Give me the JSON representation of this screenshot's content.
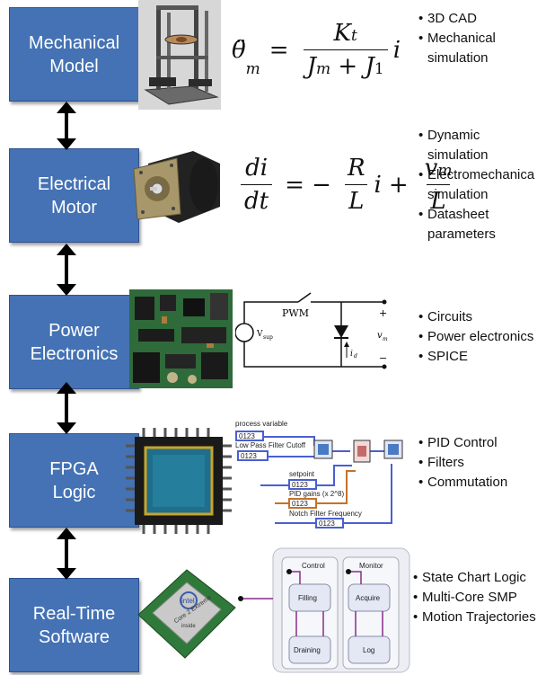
{
  "stages": [
    {
      "title_line1": "Mechanical",
      "title_line2": "Model",
      "bullets": [
        "3D CAD",
        "Mechanical",
        "simulation"
      ]
    },
    {
      "title_line1": "Electrical",
      "title_line2": "Motor",
      "bullets": [
        "Dynamic",
        "simulation",
        "Electromechanica",
        "simulation",
        "Datasheet",
        "parameters"
      ]
    },
    {
      "title_line1": "Power",
      "title_line2": "Electronics",
      "bullets": [
        "Circuits",
        "Power electronics",
        "SPICE"
      ]
    },
    {
      "title_line1": "FPGA",
      "title_line2": "Logic",
      "bullets": [
        "PID Control",
        "Filters",
        "Commutation"
      ]
    },
    {
      "title_line1": "Real-Time",
      "title_line2": "Software",
      "bullets": [
        "State Chart Logic",
        "Multi-Core SMP",
        "Motion Trajectories"
      ]
    }
  ],
  "circuit": {
    "pwm": "PWM",
    "vsup": "V",
    "vsup_sub": "sup",
    "vm": "v",
    "vm_sub": "m",
    "id": "i",
    "id_sub": "d",
    "plus": "+",
    "minus": "−"
  },
  "fpga": {
    "process_variable": "process variable",
    "lpf": "Low Pass Filter Cutoff",
    "setpoint": "setpoint",
    "pid": "PID gains (x 2^8)",
    "notch": "Notch Filter Frequency",
    "val1": "0123",
    "val2": "0123",
    "val3": "0123",
    "val4": "0123",
    "val5": "0123"
  },
  "statechart": {
    "control": "Control",
    "monitor": "Monitor",
    "filling": "Filling",
    "acquire": "Acquire",
    "draining": "Draining",
    "log": "Log"
  },
  "cpu": {
    "brand": "intel",
    "model": "Core 2 Extreme",
    "sub": "inside"
  },
  "colors": {
    "box": "#4472b4",
    "box_border": "#2f528f",
    "wire_blue": "#4a5fd0",
    "wire_orange": "#c4722a",
    "wire_purple": "#8a2a8a"
  }
}
